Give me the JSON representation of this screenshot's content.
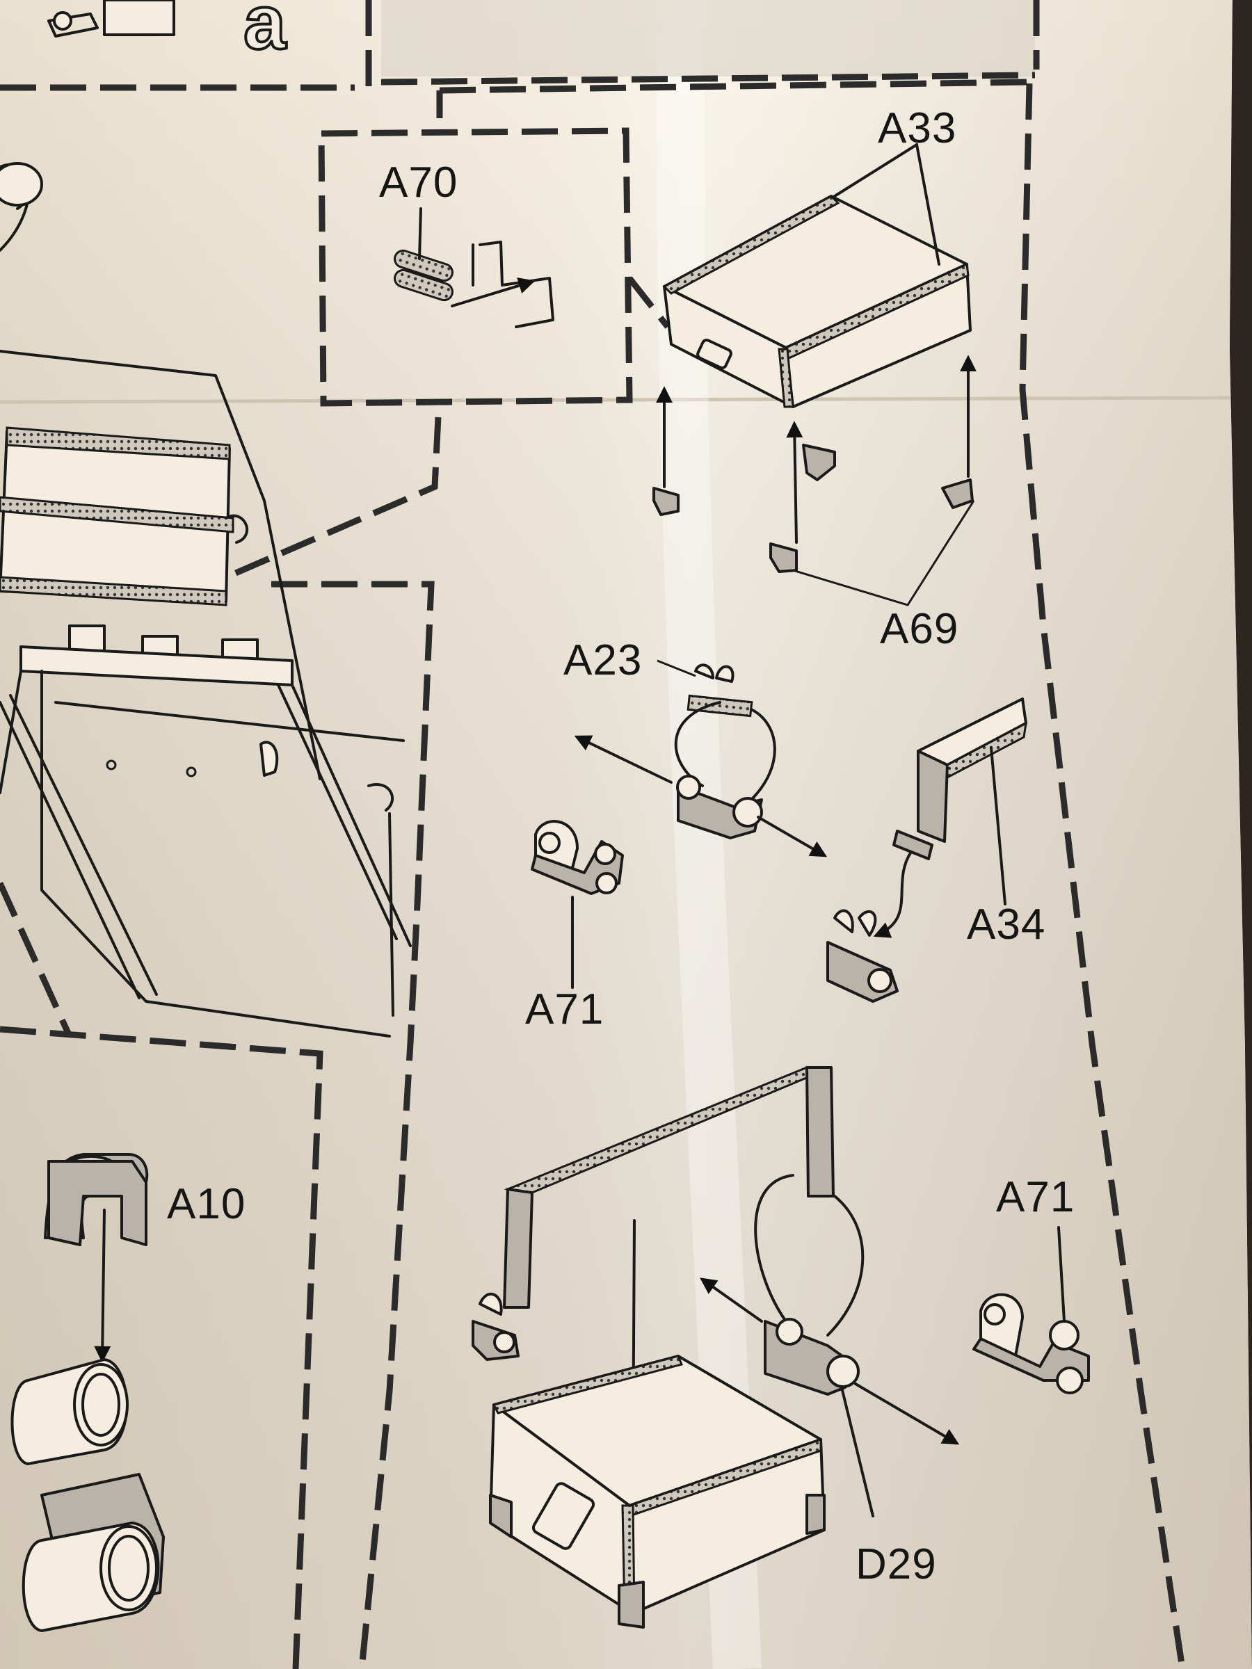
{
  "sheet": {
    "title_fragment": "a",
    "colors": {
      "paper": "#efe6d6",
      "ink": "#1a1a1a",
      "shade": "#b9b3aa",
      "background": "#3a2f27"
    }
  },
  "labels": {
    "a70": "A70",
    "a33": "A33",
    "a69": "A69",
    "a23": "A23",
    "a34": "A34",
    "a71_top": "A71",
    "a71_bottom": "A71",
    "a10": "A10",
    "d29": "D29"
  }
}
